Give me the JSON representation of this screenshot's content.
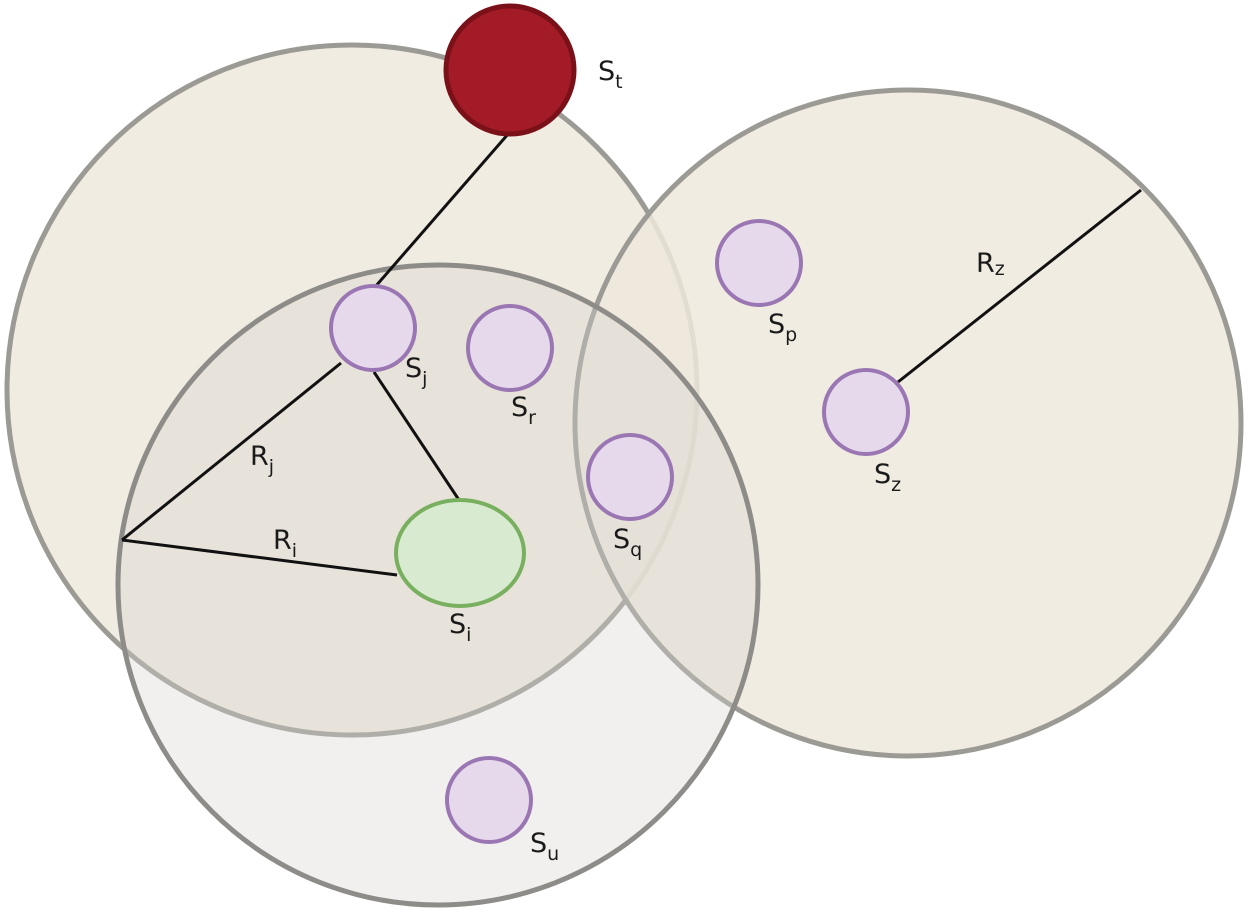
{
  "colors": {
    "range_circle_fill": "#efe9dc",
    "range_circle_stroke": "#9c9a95",
    "lower_circle_fill": "#e7e6e3",
    "sensor_fill": "#e6d9ec",
    "sensor_stroke": "#9a77b3",
    "target_fill": "#a31b26",
    "target_stroke": "#7a1018",
    "source_fill": "#d8ebd0",
    "source_stroke": "#78b060"
  },
  "nodes": {
    "st": {
      "base": "S",
      "sub": "t"
    },
    "sj": {
      "base": "S",
      "sub": "j"
    },
    "sr": {
      "base": "S",
      "sub": "r"
    },
    "sp": {
      "base": "S",
      "sub": "p"
    },
    "sz": {
      "base": "S",
      "sub": "z"
    },
    "sq": {
      "base": "S",
      "sub": "q"
    },
    "si": {
      "base": "S",
      "sub": "i"
    },
    "su": {
      "base": "S",
      "sub": "u"
    }
  },
  "radii": {
    "rj": {
      "base": "R",
      "sub": "j"
    },
    "ri": {
      "base": "R",
      "sub": "i"
    },
    "rz": {
      "base": "R",
      "sub": "z"
    }
  }
}
